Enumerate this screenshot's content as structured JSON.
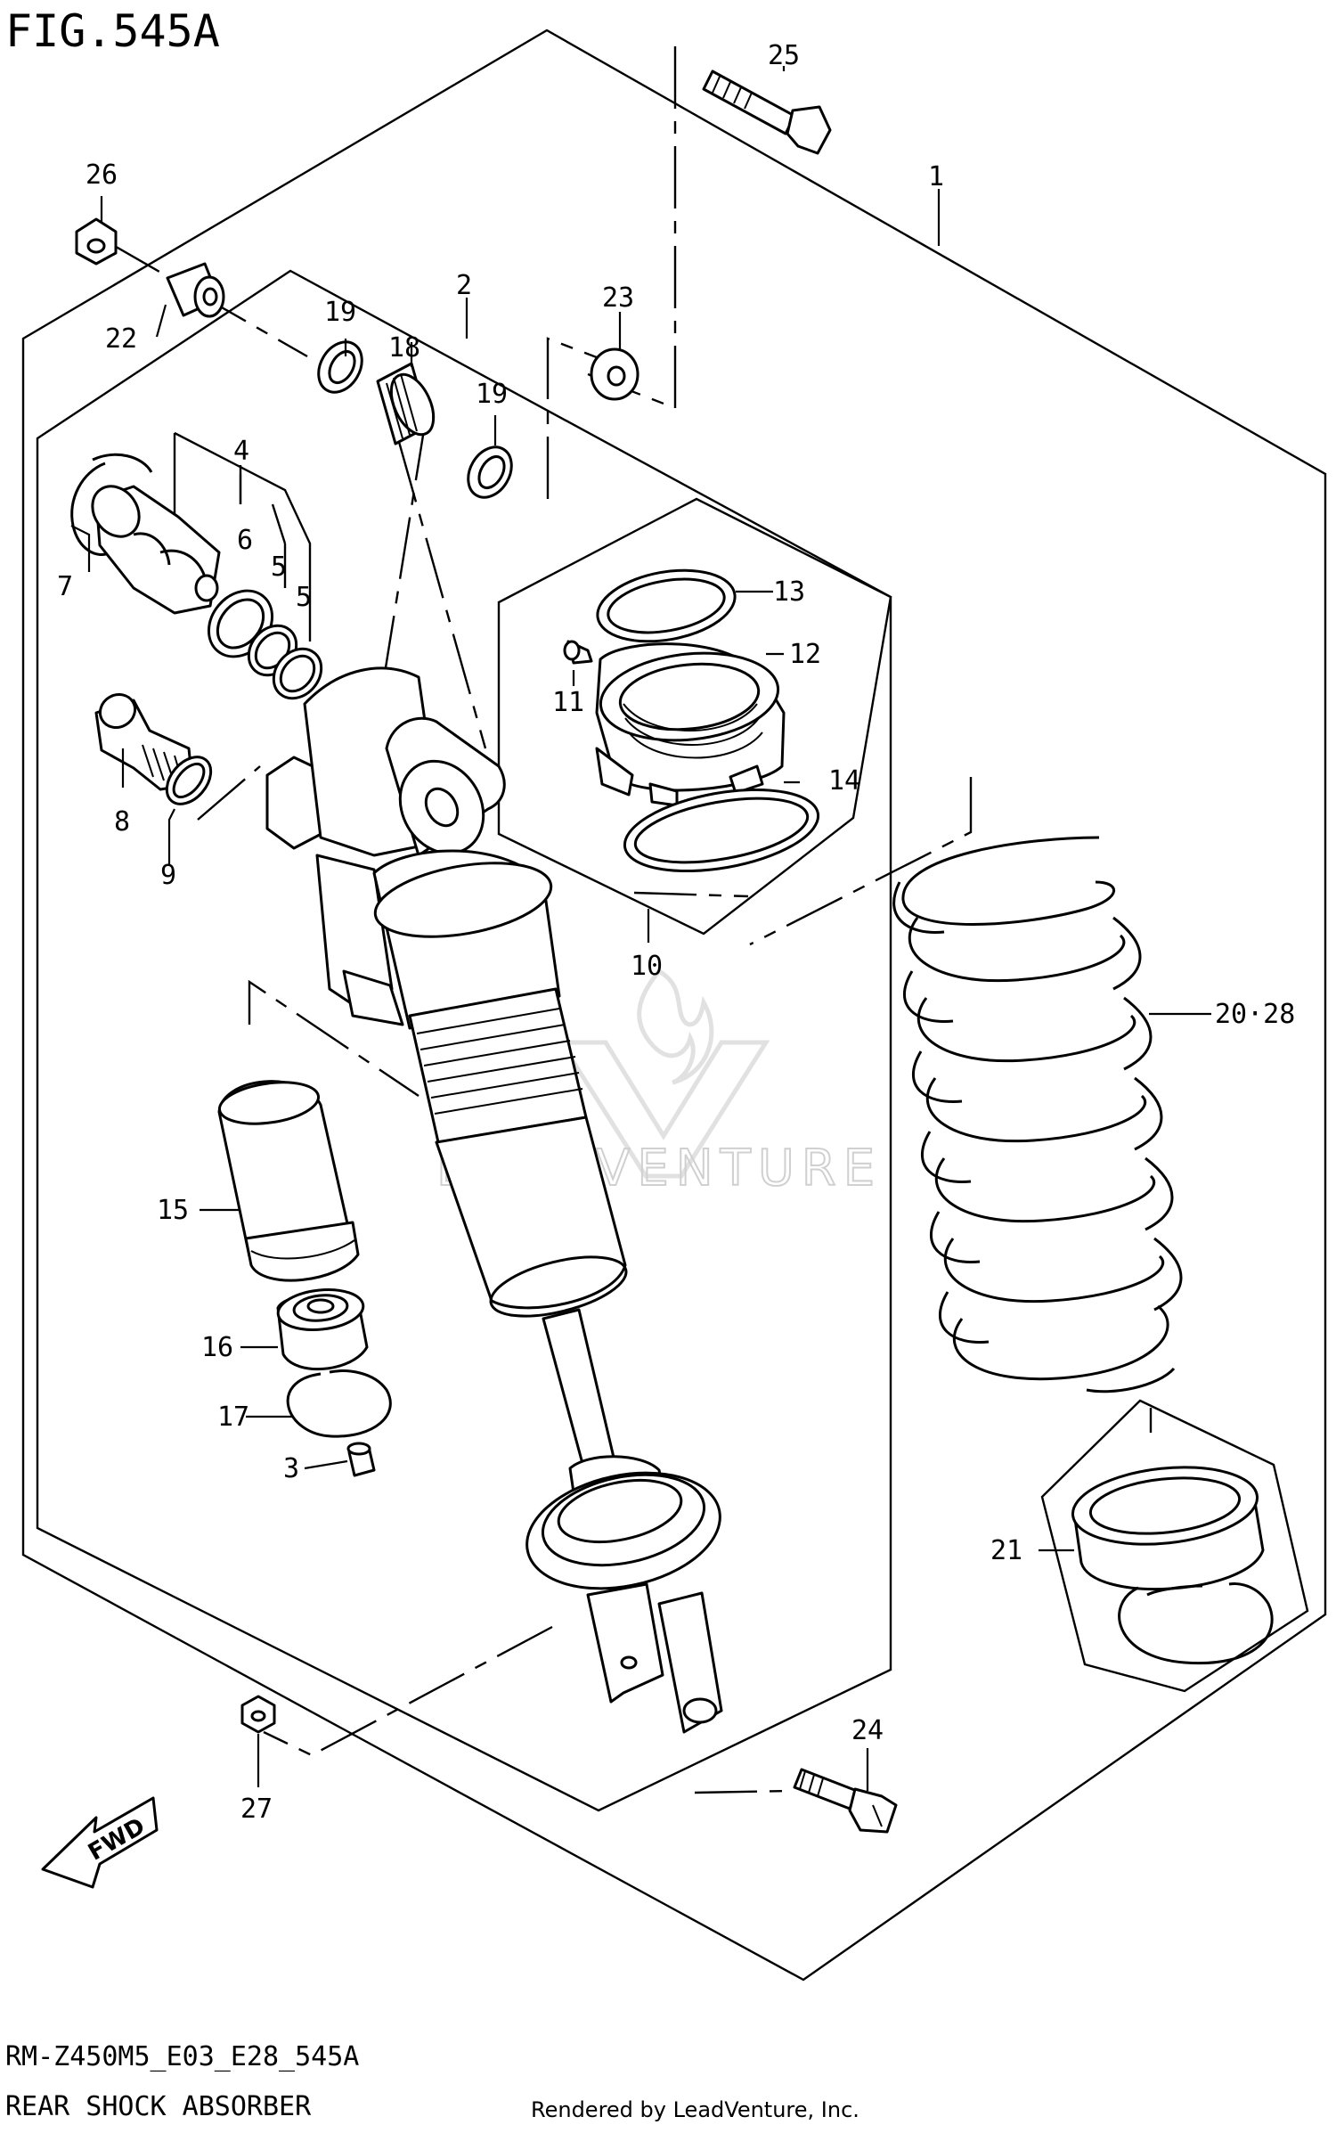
{
  "figure_title": "FIG.545A",
  "model_code": "RM-Z450M5_E03_E28_545A",
  "diagram_title": "REAR SHOCK ABSORBER",
  "render_credit": "Rendered by LeadVenture, Inc.",
  "watermark_text": "LEADVENTURE",
  "fwd_label": "FWD",
  "callouts": [
    "1",
    "2",
    "3",
    "4",
    "5",
    "5",
    "6",
    "7",
    "8",
    "9",
    "10",
    "11",
    "12",
    "13",
    "14",
    "15",
    "16",
    "17",
    "18",
    "19",
    "19",
    "20·28",
    "21",
    "22",
    "23",
    "24",
    "25",
    "26",
    "27"
  ]
}
